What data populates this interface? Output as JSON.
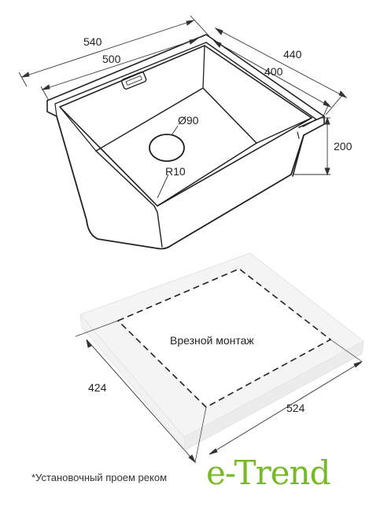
{
  "sink_dimensions": {
    "outer_width": "540",
    "inner_width": "500",
    "outer_depth": "440",
    "inner_depth": "400",
    "height": "200",
    "drain_diameter": "Ø90",
    "corner_radius": "R10"
  },
  "cutout": {
    "label": "Врезной монтаж",
    "depth": "424",
    "width": "524"
  },
  "footnote": "*Установочный проем реком",
  "brand": {
    "name": "e-Trend",
    "color": "#78b928"
  }
}
